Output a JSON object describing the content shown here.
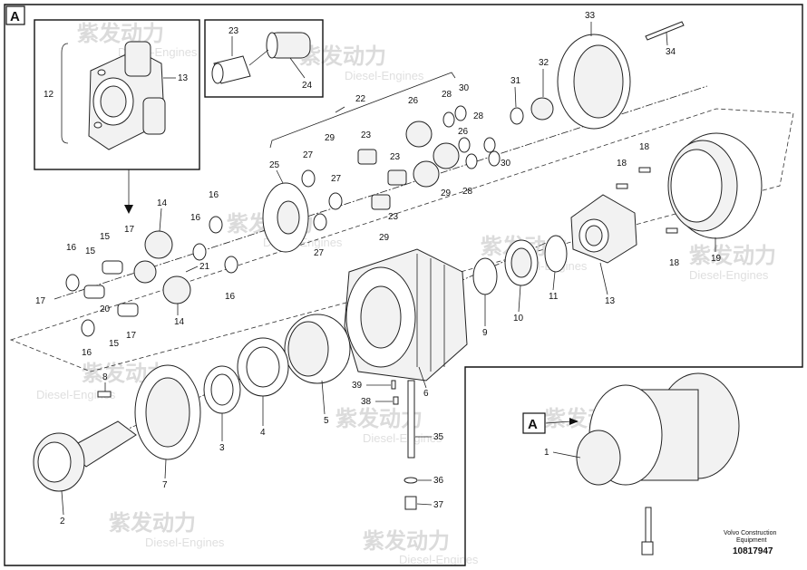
{
  "diagram": {
    "view_letter": "A",
    "callout_letter": "A",
    "caption_line1": "Volvo Construction",
    "caption_line2": "Equipment",
    "drawing_number": "10817947",
    "watermark_cn": "紫发动力",
    "watermark_en": "Diesel-Engines"
  },
  "labels": {
    "l1": "1",
    "l2": "2",
    "l3": "3",
    "l4": "4",
    "l5": "5",
    "l6": "6",
    "l7": "7",
    "l8": "8",
    "l9": "9",
    "l10": "10",
    "l11": "11",
    "l12": "12",
    "l13a": "13",
    "l13b": "13",
    "l14a": "14",
    "l14b": "14",
    "l15a": "15",
    "l15b": "15",
    "l15c": "15",
    "l16a": "16",
    "l16b": "16",
    "l16c": "16",
    "l16d": "16",
    "l16e": "16",
    "l17a": "17",
    "l17b": "17",
    "l17c": "17",
    "l18a": "18",
    "l18b": "18",
    "l18c": "18",
    "l19": "19",
    "l20": "20",
    "l21": "21",
    "l22": "22",
    "l23a": "23",
    "l23b": "23",
    "l23c": "23",
    "l23d": "23",
    "l24": "24",
    "l25": "25",
    "l26a": "26",
    "l26b": "26",
    "l27a": "27",
    "l27b": "27",
    "l27c": "27",
    "l28a": "28",
    "l28b": "28",
    "l28c": "28",
    "l29a": "29",
    "l29b": "29",
    "l29c": "29",
    "l30a": "30",
    "l30b": "30",
    "l31": "31",
    "l32": "32",
    "l33": "33",
    "l34": "34",
    "l35": "35",
    "l36": "36",
    "l37": "37",
    "l38": "38",
    "l39": "39"
  }
}
